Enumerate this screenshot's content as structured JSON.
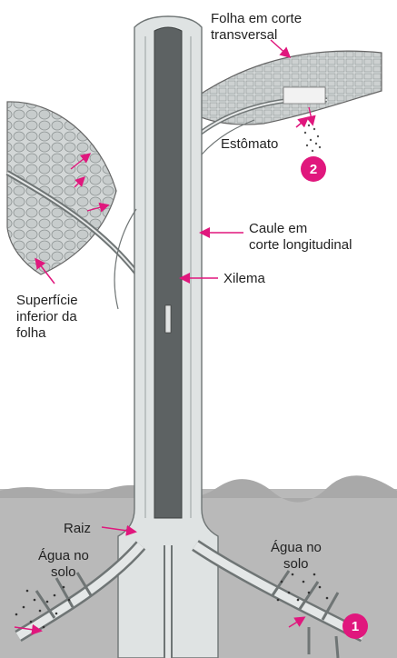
{
  "labels": {
    "leaf_cross_section": [
      "Folha em corte",
      "transversal"
    ],
    "stomata": "Estômato",
    "stem": [
      "Caule em",
      "corte longitudinal"
    ],
    "xylem": "Xilema",
    "leaf_underside": [
      "Superfície",
      "inferior da",
      "folha"
    ],
    "root": "Raiz",
    "soil_water_left": [
      "Água no",
      "solo"
    ],
    "soil_water_right": [
      "Água no",
      "solo"
    ]
  },
  "badges": {
    "one": "1",
    "two": "2"
  },
  "colors": {
    "badge": "#e0177d",
    "arrow": "#e0177d",
    "soil": "#b7b7b7",
    "stem_fill": "#dfe3e3",
    "xylem_fill": "#5d6263",
    "leaf_fill": "#cfd3d3"
  }
}
